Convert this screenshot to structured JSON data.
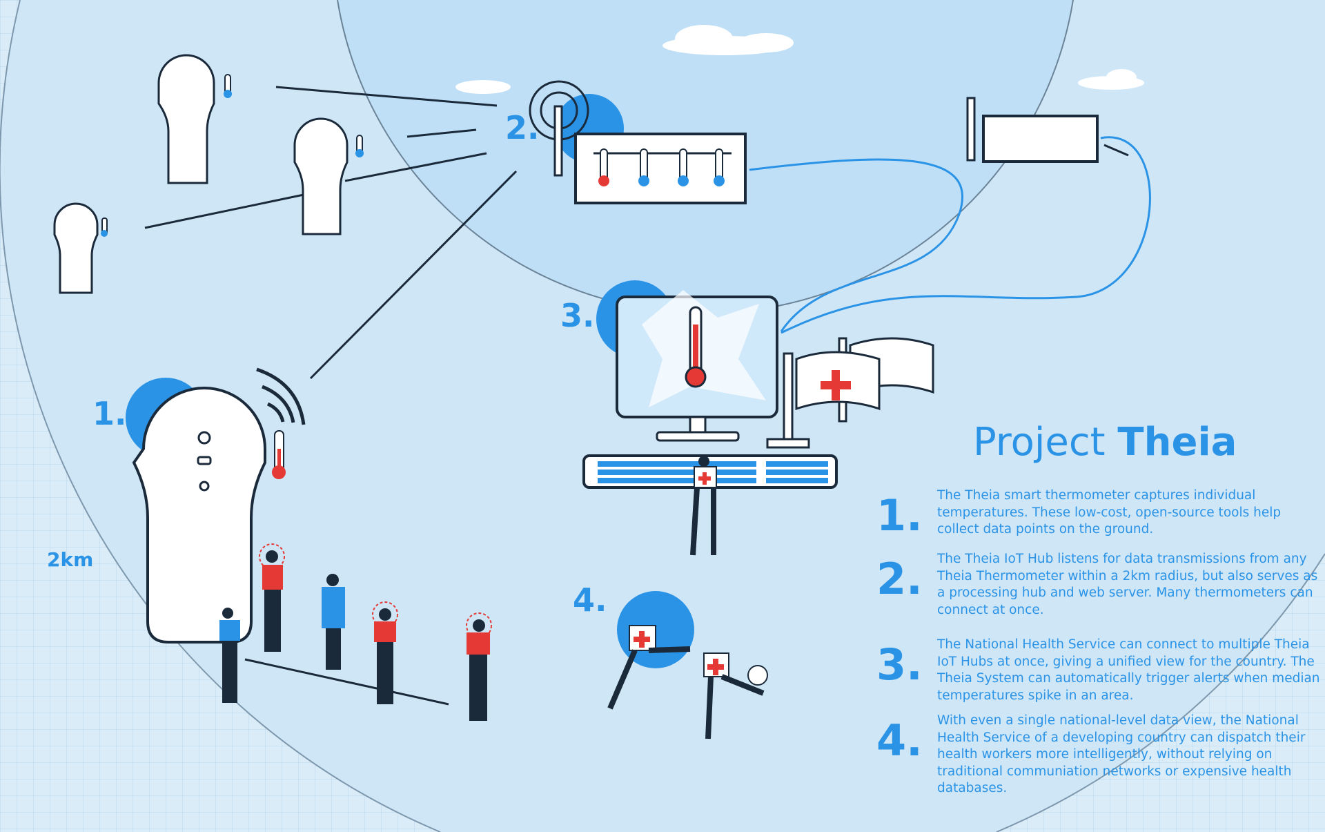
{
  "title": {
    "light": "Project",
    "bold": "Theia"
  },
  "radius_label": "2km",
  "illustration_labels": [
    "1.",
    "2.",
    "3.",
    "4."
  ],
  "steps": [
    {
      "num": "1.",
      "text": "The Theia smart thermometer captures individual temperatures.  These low-cost, open-source tools help collect data points on the ground."
    },
    {
      "num": "2.",
      "text": "The Theia IoT Hub listens for data transmissions from any Theia Thermometer within a 2km radius, but also serves as a processing hub and web server. Many thermometers can connect at once."
    },
    {
      "num": "3.",
      "text": "The National Health Service can connect to multiple Theia IoT Hubs at once, giving a unified view for the country.  The Theia System can automatically trigger alerts when median temperatures spike in an area."
    },
    {
      "num": "4.",
      "text": "With even a single national-level data view, the National Health Service of a developing country can dispatch their health workers more intelligently, without relying on traditional communiation networks or expensive health databases."
    }
  ],
  "colors": {
    "accent": "#2a93e6",
    "navy": "#1b2a3a",
    "alert": "#e53935",
    "background": "#d9ecf8"
  }
}
